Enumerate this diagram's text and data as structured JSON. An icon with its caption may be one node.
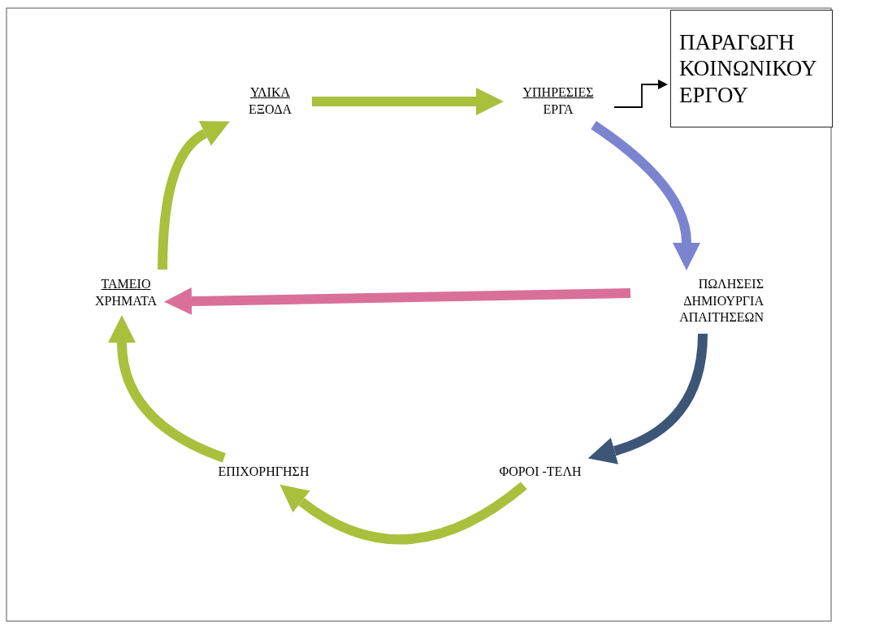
{
  "diagram": {
    "nodes": [
      {
        "text": [
          "ΥΛΙΚΑ",
          "ΕΞΟΔΑ"
        ]
      },
      {
        "text": [
          "ΥΠΗΡΕΣΙΕΣ",
          "ΕΡΓΑ"
        ]
      },
      {
        "text": [
          "ΠΑΡΑΓΩΓΗ ΚΟΙΝΩΝΙΚΟΥ ΕΡΓΟΥ"
        ]
      },
      {
        "text": [
          "ΠΩΛΗΣΕΙΣ ΔΗΜΙΟΥΡΓΙΑ ΑΠΑΙΤΗΣΕΩΝ"
        ]
      },
      {
        "text": [
          "ΦΟΡΟΙ -ΤΕΛΗ"
        ]
      },
      {
        "text": [
          "ΕΠΙΧΟΡΗΓΗΣΗ"
        ]
      },
      {
        "text": [
          "ΤΑΜΕΙΟ",
          "ΧΡΗΜΑΤΑ"
        ]
      }
    ],
    "edges": [
      {
        "from": 6,
        "to": 0,
        "arrow": "to"
      },
      {
        "from": 0,
        "to": 1,
        "arrow": "to"
      },
      {
        "from": 1,
        "to": 2,
        "arrow": "to",
        "color": "#000000"
      },
      {
        "from": 1,
        "to": 3,
        "arrow": "to",
        "color": "#7b84cf"
      },
      {
        "from": 3,
        "to": 6,
        "arrow": "to",
        "color": "#d9709a"
      },
      {
        "from": 3,
        "to": 4,
        "arrow": "to",
        "color": "#3d5577"
      },
      {
        "from": 4,
        "to": 5,
        "arrow": "to"
      },
      {
        "from": 5,
        "to": 6,
        "arrow": "to"
      }
    ]
  }
}
